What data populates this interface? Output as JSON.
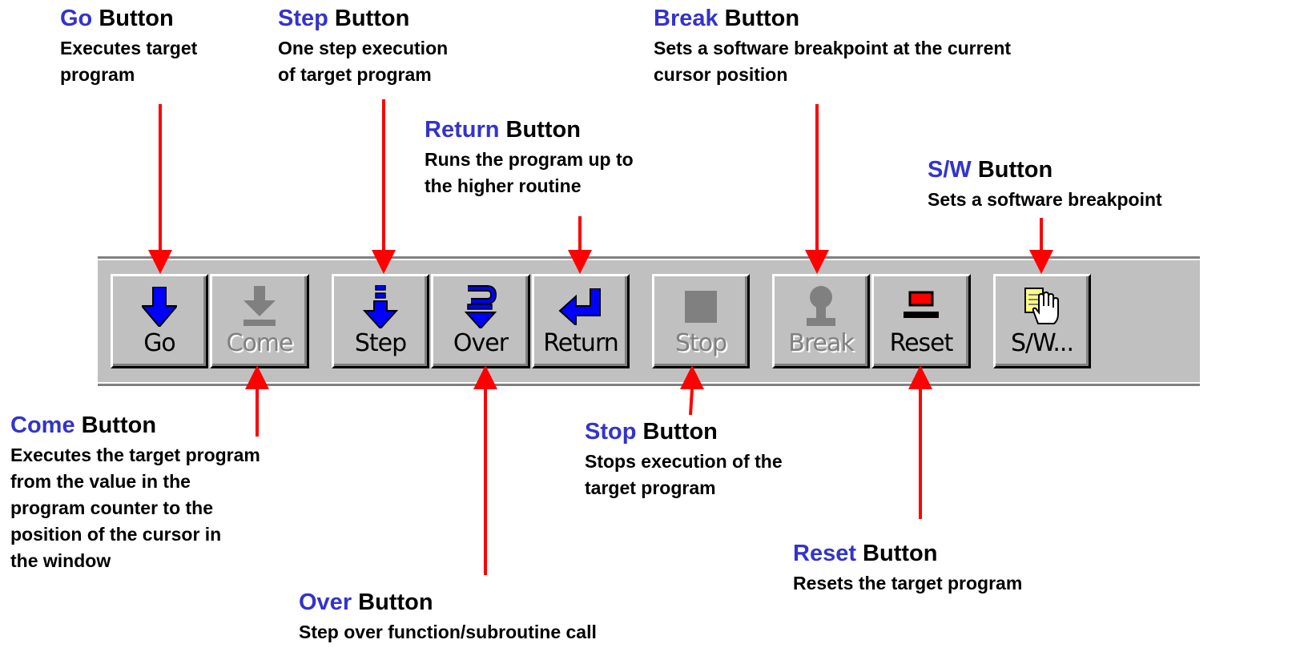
{
  "callouts": {
    "go": {
      "name": "Go",
      "suffix": " Button",
      "desc": [
        "Executes target",
        "program"
      ]
    },
    "step": {
      "name": "Step",
      "suffix": " Button",
      "desc": [
        "One step execution",
        "of target program"
      ]
    },
    "break": {
      "name": "Break",
      "suffix": " Button",
      "desc": [
        "Sets a software breakpoint at the current",
        "cursor position"
      ]
    },
    "return": {
      "name": "Return",
      "suffix": " Button",
      "desc": [
        "Runs the program up to",
        "the higher routine"
      ]
    },
    "sw": {
      "name": "S/W",
      "suffix": " Button",
      "desc": [
        "Sets a software breakpoint"
      ]
    },
    "come": {
      "name": "Come",
      "suffix": " Button",
      "desc": [
        "Executes the target program",
        "from the value in the",
        "program counter to the",
        "position of the cursor in",
        "the window"
      ]
    },
    "stop": {
      "name": "Stop",
      "suffix": " Button",
      "desc": [
        "Stops execution of the",
        "target program"
      ]
    },
    "reset": {
      "name": "Reset",
      "suffix": " Button",
      "desc": [
        "Resets the target program"
      ]
    },
    "over": {
      "name": "Over",
      "suffix": " Button",
      "desc": [
        "Step over function/subroutine call"
      ]
    }
  },
  "toolbar": {
    "buttons": [
      {
        "id": "go",
        "label": "Go",
        "icon": "down-arrow-icon",
        "enabled": true
      },
      {
        "id": "come",
        "label": "Come",
        "icon": "down-arrow-to-bar-icon",
        "enabled": false
      },
      {
        "id": "step",
        "label": "Step",
        "icon": "step-into-icon",
        "enabled": true
      },
      {
        "id": "over",
        "label": "Over",
        "icon": "step-over-icon",
        "enabled": true
      },
      {
        "id": "return",
        "label": "Return",
        "icon": "return-arrow-icon",
        "enabled": true
      },
      {
        "id": "stop",
        "label": "Stop",
        "icon": "stop-square-icon",
        "enabled": false
      },
      {
        "id": "break",
        "label": "Break",
        "icon": "breakpoint-icon",
        "enabled": false
      },
      {
        "id": "reset",
        "label": "Reset",
        "icon": "reset-icon",
        "enabled": true
      },
      {
        "id": "sw",
        "label": "S/W...",
        "icon": "hand-document-icon",
        "enabled": true
      }
    ]
  },
  "colors": {
    "callout_name": "#3333cc",
    "arrow": "#ff0000",
    "toolbar_face": "#c0c0c0",
    "icon_blue": "#0000ff",
    "icon_disabled": "#808080",
    "icon_reset_red": "#ff0000"
  }
}
